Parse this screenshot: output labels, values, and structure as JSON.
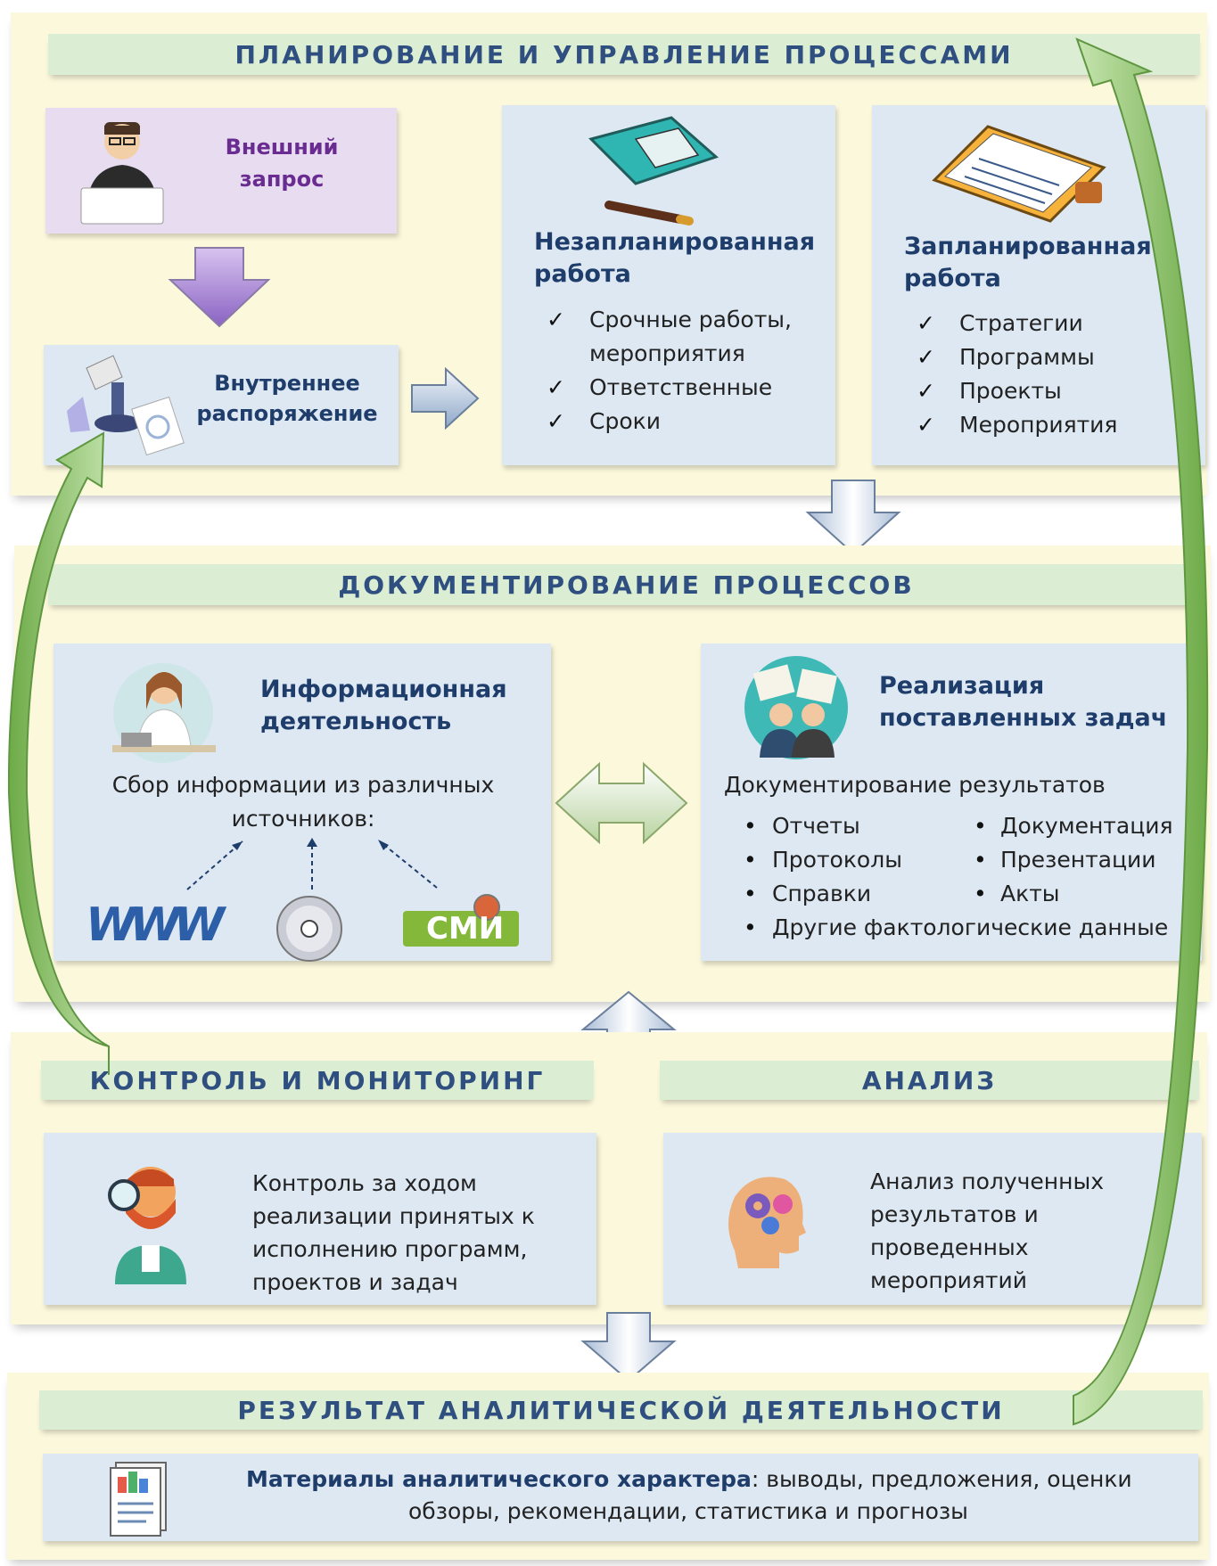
{
  "sections": {
    "planning": {
      "header": "ПЛАНИРОВАНИЕ И УПРАВЛЕНИЕ ПРОЦЕССАМИ",
      "external_request": "Внешний запрос",
      "internal_order": "Внутреннее распоряжение",
      "unplanned": {
        "title": "Незапланированная работа",
        "items": [
          "Срочные работы, мероприятия",
          "Ответственные",
          "Сроки"
        ]
      },
      "planned": {
        "title": "Запланированная работа",
        "items": [
          "Стратегии",
          "Программы",
          "Проекты",
          "Мероприятия"
        ]
      }
    },
    "documentation": {
      "header": "ДОКУМЕНТИРОВАНИЕ ПРОЦЕССОВ",
      "info": {
        "title": "Информационная деятельность",
        "subtitle": "Сбор информации из различных источников:",
        "sources": [
          "WWW",
          "СМИ"
        ]
      },
      "tasks": {
        "title": "Реализация поставленных задач",
        "subtitle": "Документирование результатов",
        "col1": [
          "Отчеты",
          "Протоколы",
          "Справки"
        ],
        "col2": [
          "Документация",
          "Презентации",
          "Акты"
        ],
        "last": "Другие фактологические данные"
      }
    },
    "control": {
      "header": "КОНТРОЛЬ И МОНИТОРИНГ",
      "text": "Контроль за ходом реализации принятых к исполнению программ, проектов и задач"
    },
    "analysis": {
      "header": "АНАЛИЗ",
      "text": "Анализ полученных результатов и проведенных мероприятий"
    },
    "result": {
      "header": "РЕЗУЛЬТАТ АНАЛИТИЧЕСКОЙ ДЕЯТЕЛЬНОСТИ",
      "bold": "Материалы аналитического характера",
      "rest1": ": выводы, предложения, оценки",
      "rest2": "обзоры, рекомендации, статистика и прогнозы"
    }
  },
  "colors": {
    "section_bg": "#fbf8dc",
    "header_bg": "#dbedd2",
    "header_text": "#2f4f80",
    "card_bg": "#dde8f3",
    "card_purple": "#e7dcf0",
    "green_arrow": "#8cc46a"
  }
}
